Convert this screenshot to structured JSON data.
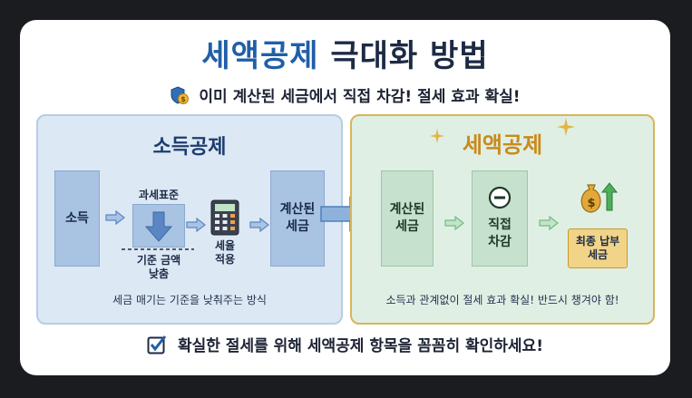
{
  "title": {
    "part1": "세액공제",
    "part2": "극대화 방법"
  },
  "subtitle": "이미 계산된 세금에서 직접 차감! 절세 효과 확실!",
  "left_panel": {
    "title": "소득공제",
    "income": "소득",
    "tax_base_label": "과세표준",
    "lower_base_label_line1": "기준 금액",
    "lower_base_label_line2": "낮춤",
    "rate_label_line1": "세율",
    "rate_label_line2": "적용",
    "calculated_tax_line1": "계산된",
    "calculated_tax_line2": "세금",
    "footer": "세금 매기는 기준을 낮춰주는 방식"
  },
  "right_panel": {
    "title": "세액공제",
    "calculated_tax_line1": "계산된",
    "calculated_tax_line2": "세금",
    "deduct_line1": "직접",
    "deduct_line2": "차감",
    "final_line1": "최종 납부",
    "final_line2": "세금",
    "footer": "소득과 관계없이 절세 효과 확실! 반드시 챙겨야 함!"
  },
  "bottom_note": "확실한 절세를 위해 세액공제 항목을 꼼꼼히 확인하세요!",
  "colors": {
    "title_blue": "#1f5fa8",
    "title_dark": "#1d2a44",
    "left_panel_bg": "#dce8f4",
    "right_panel_bg": "#e0efe4",
    "right_title_gold": "#c98a1c",
    "arrow_blue": "#5b86c4",
    "arrow_green": "#6cbf7c"
  },
  "icons": [
    "shield-coin-icon",
    "calculator-icon",
    "minus-circle-icon",
    "money-bag-icon",
    "check-icon",
    "sparkle-icon"
  ]
}
